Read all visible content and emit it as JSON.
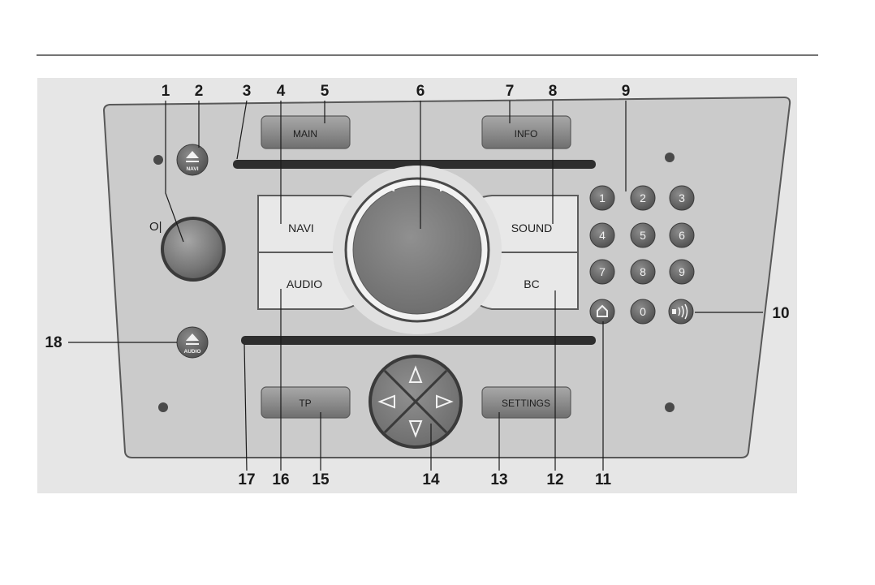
{
  "diagram": {
    "buttons": {
      "main": "MAIN",
      "info": "INFO",
      "navi": "NAVI",
      "sound": "SOUND",
      "audio": "AUDIO",
      "bc": "BC",
      "tp": "TP",
      "settings": "SETTINGS",
      "navi_eject_caption": "NAVI",
      "audio_eject_caption": "AUDIO",
      "power_symbol": "O|"
    },
    "keypad": [
      "1",
      "2",
      "3",
      "4",
      "5",
      "6",
      "7",
      "8",
      "9",
      "0"
    ],
    "callouts": [
      "1",
      "2",
      "3",
      "4",
      "5",
      "6",
      "7",
      "8",
      "9",
      "10",
      "11",
      "12",
      "13",
      "14",
      "15",
      "16",
      "17",
      "18"
    ]
  }
}
